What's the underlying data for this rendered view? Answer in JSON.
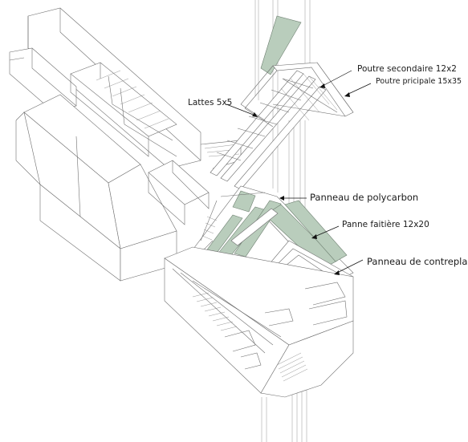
{
  "diagram": {
    "labels": {
      "poutre_secondaire": "Poutre secondaire 12x2",
      "poutre_principale": "Poutre pricipale 15x35",
      "lattes": "Lattes 5x5",
      "panneau_polycarbon": "Panneau de polycarbon",
      "panne_faitiere": "Panne faitière 12x20",
      "panneau_contreplaque": "Panneau de contreplaq"
    },
    "colors": {
      "panel_green": "#b9cdbc",
      "line_gray": "#6f6f6f",
      "leader_black": "#111111"
    }
  }
}
